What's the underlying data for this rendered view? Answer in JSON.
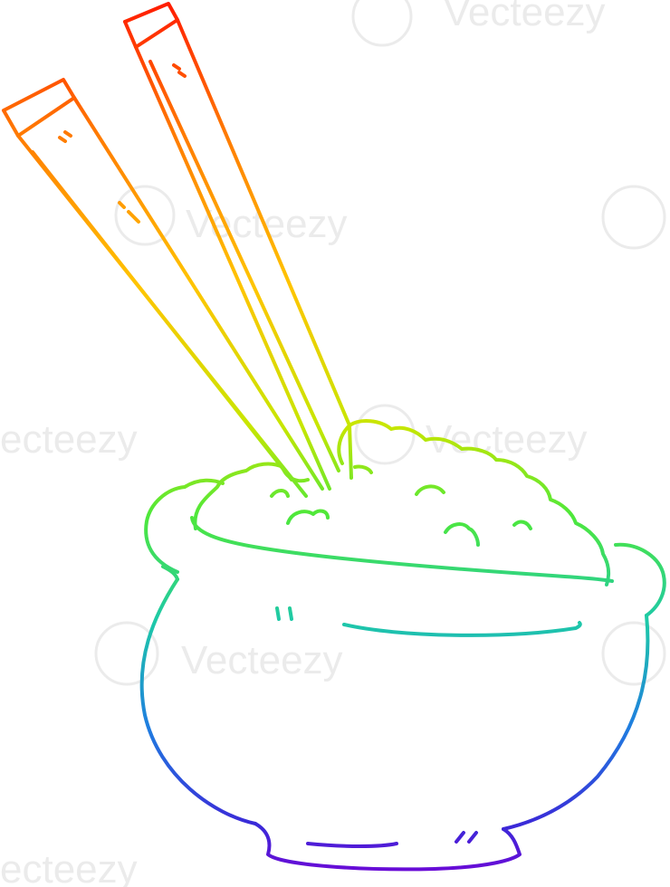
{
  "illustration": {
    "subject": "cartoon-rice-bowl-with-chopsticks",
    "style": "rainbow-gradient-line-art",
    "gradient_colors": [
      "#ff1a00",
      "#ff7a00",
      "#ffc400",
      "#c8e600",
      "#4fe83a",
      "#1ec9a8",
      "#1f7de0",
      "#3a2ad8",
      "#7a00d6"
    ]
  },
  "watermark": {
    "brand": "Vecteezy",
    "fragment_left": "ecteezy",
    "fragment_top": "Vecteezy"
  }
}
